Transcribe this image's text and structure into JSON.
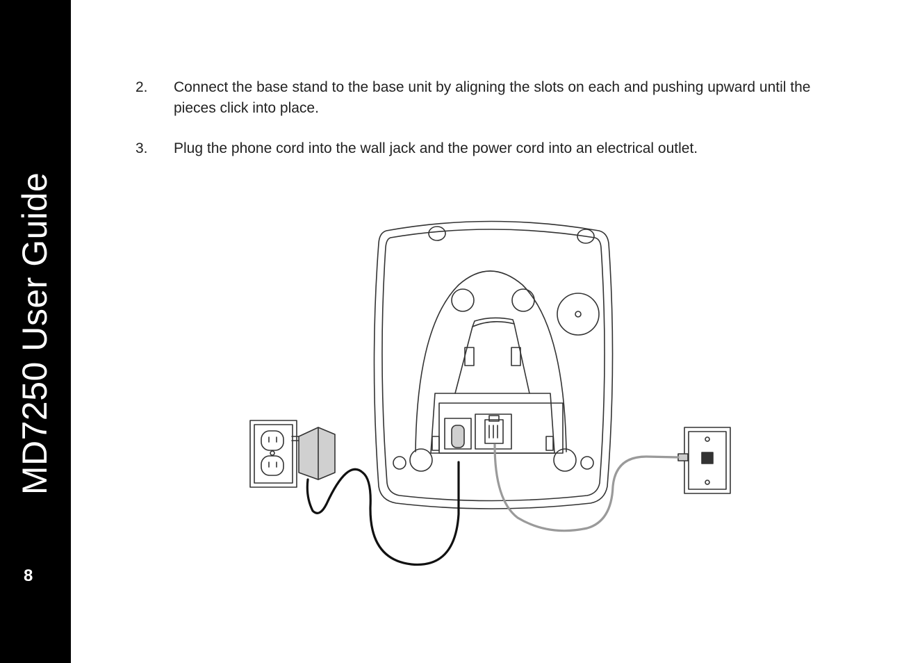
{
  "sidebar": {
    "title": "MD7250 User Guide",
    "page_number": "8"
  },
  "steps": [
    {
      "number": "2.",
      "text": "Connect the base stand to the base unit by aligning the slots on each and pushing upward until the pieces click into place."
    },
    {
      "number": "3.",
      "text": "Plug the phone cord into the wall jack and the power cord into an electrical outlet."
    }
  ],
  "colors": {
    "band": "#000000",
    "text": "#222222",
    "line_art": "#333333",
    "phone_cord": "#9a9a9a"
  }
}
